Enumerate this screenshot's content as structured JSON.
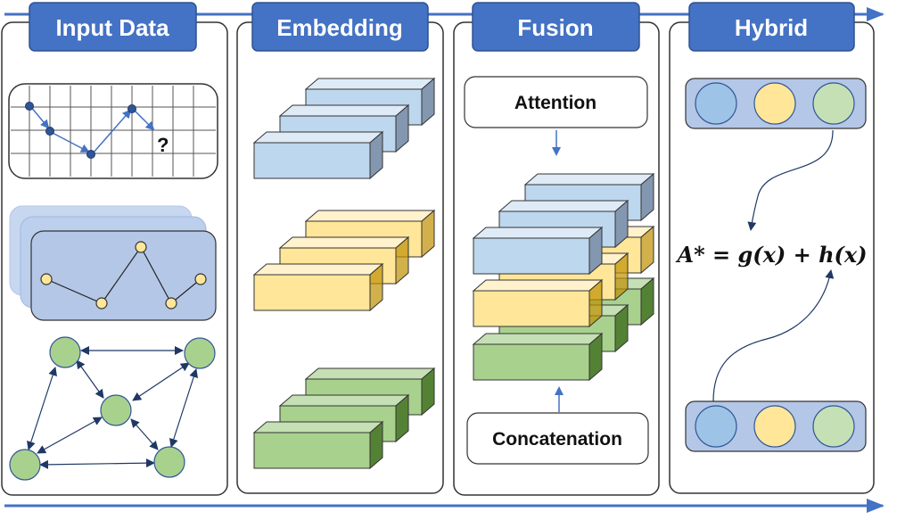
{
  "headers": {
    "input": "Input Data",
    "embedding": "Embedding",
    "fusion": "Fusion",
    "hybrid": "Hybrid"
  },
  "fusion": {
    "attention": "Attention",
    "concatenation": "Concatenation"
  },
  "formula": "A* = g(x) + h(x)",
  "grid_chart": {
    "question_mark": "?"
  },
  "colors": {
    "header": "#4472c4",
    "blue_fill": "#bdd7ee",
    "yellow_fill": "#ffe699",
    "green_fill": "#a9d18e",
    "panel_fill": "#b4c7e7",
    "arrow": "#4472c4",
    "node_dark": "#1f3864"
  }
}
